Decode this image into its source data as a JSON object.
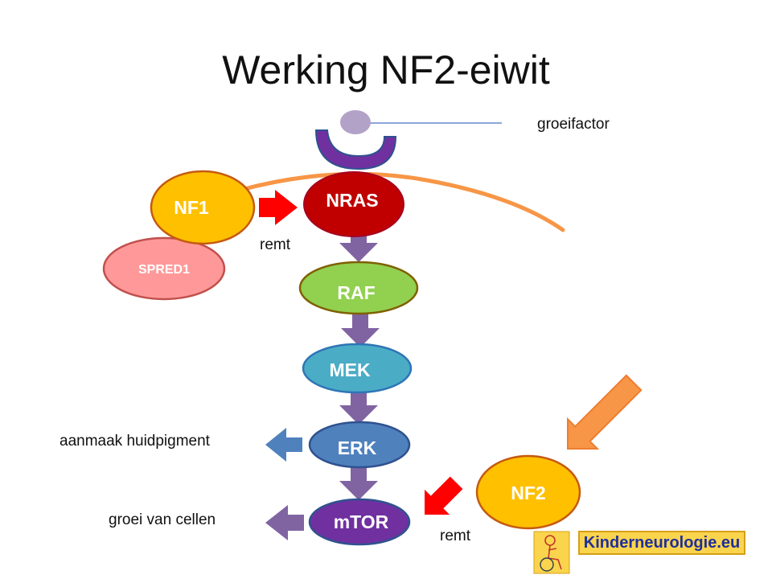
{
  "title": "Werking NF2-eiwit",
  "nodes": {
    "nf1": "NF1",
    "spred1": "SPRED1",
    "nras": "NRAS",
    "raf": "RAF",
    "mek": "MEK",
    "erk": "ERK",
    "mtor": "mTOR",
    "nf2": "NF2"
  },
  "labels": {
    "groeifactor": "groeifactor",
    "remt_top": "remt",
    "remt_bottom": "remt",
    "aanmaak": "aanmaak huidpigment",
    "groei": "groei van cellen"
  },
  "logo": {
    "text": "Kinderneurologie.eu"
  },
  "colors": {
    "nf1": "#ffc000",
    "spred1": "#ff9999",
    "nras": "#c00000",
    "raf": "#92d050",
    "mek": "#4bacc6",
    "erk": "#4f81bd",
    "mtor": "#7030a0",
    "nf2": "#ffc000",
    "membrane": "#f79646",
    "receptor": "#7030a0",
    "ligand": "#b3a2c7",
    "pathway_arrow": "#8064a2",
    "inhibit_arrow": "#ff0000",
    "nf2_arrow": "#f79646",
    "erk_output_arrow": "#4f81bd",
    "mtor_output_arrow": "#8064a2"
  }
}
